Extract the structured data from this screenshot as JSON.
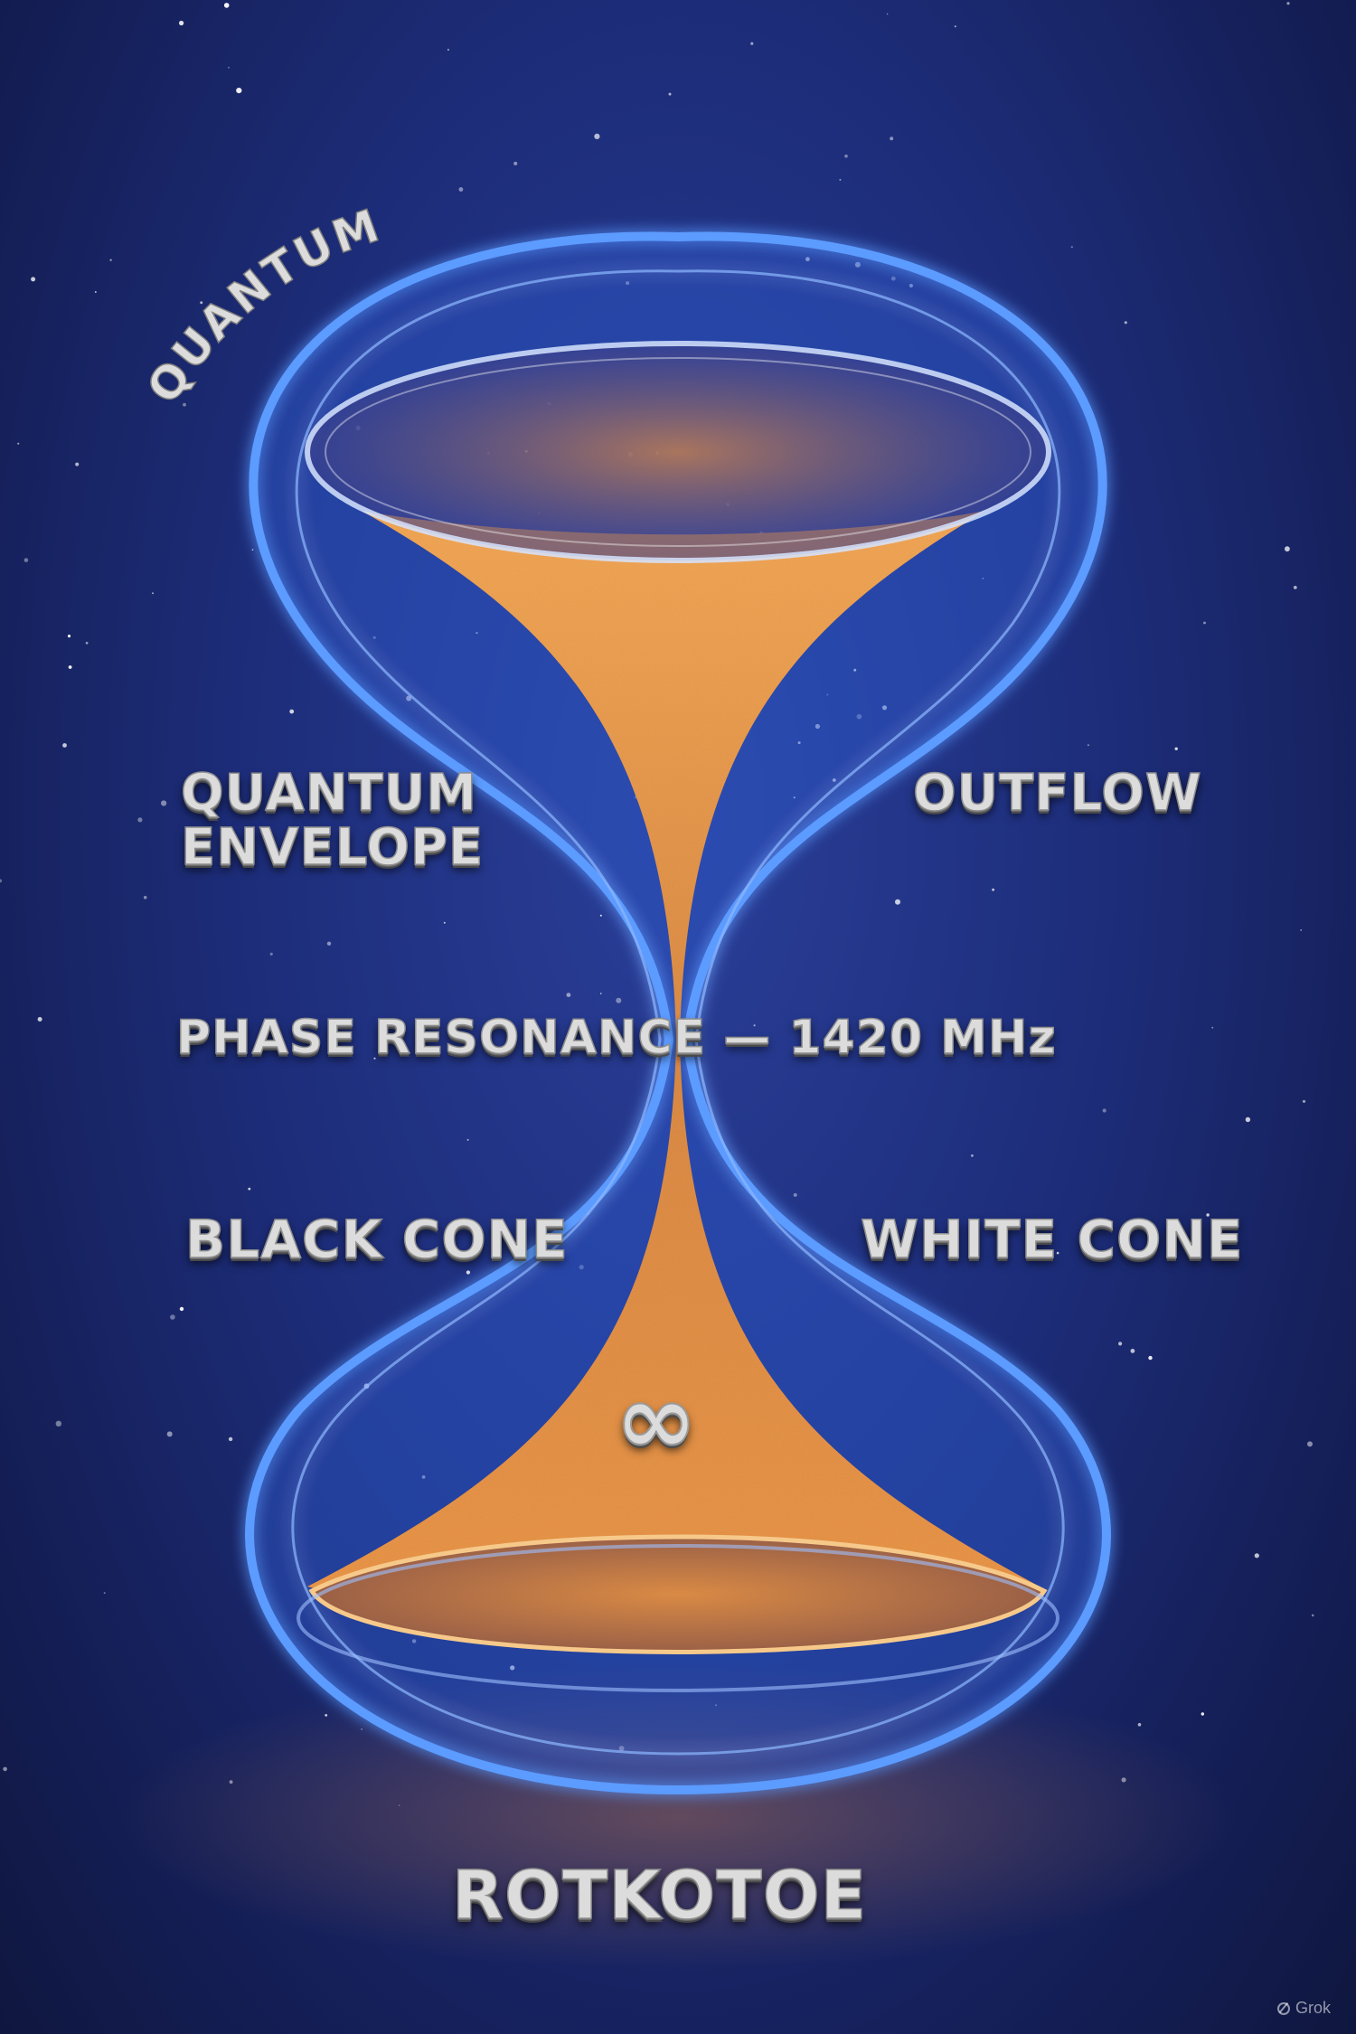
{
  "labels": {
    "quantum_arc": "QUANTUM",
    "quantum_envelope_line1": "QUANTUM",
    "quantum_envelope_line2": "ENVELOPE",
    "outflow": "OUTFLOW",
    "phase_resonance": "PHASE RESONANCE — 1420 MHz",
    "black_cone": "BLACK CONE",
    "white_cone": "WHITE CONE",
    "infinity": "∞",
    "footer": "ROTKOTOE"
  },
  "watermark": "Grok",
  "colors": {
    "background": "#1d2d7a",
    "envelope_glow": "#4f8dff",
    "hourglass_fill": "#e8923f",
    "label_text": "#dcdcdc"
  }
}
